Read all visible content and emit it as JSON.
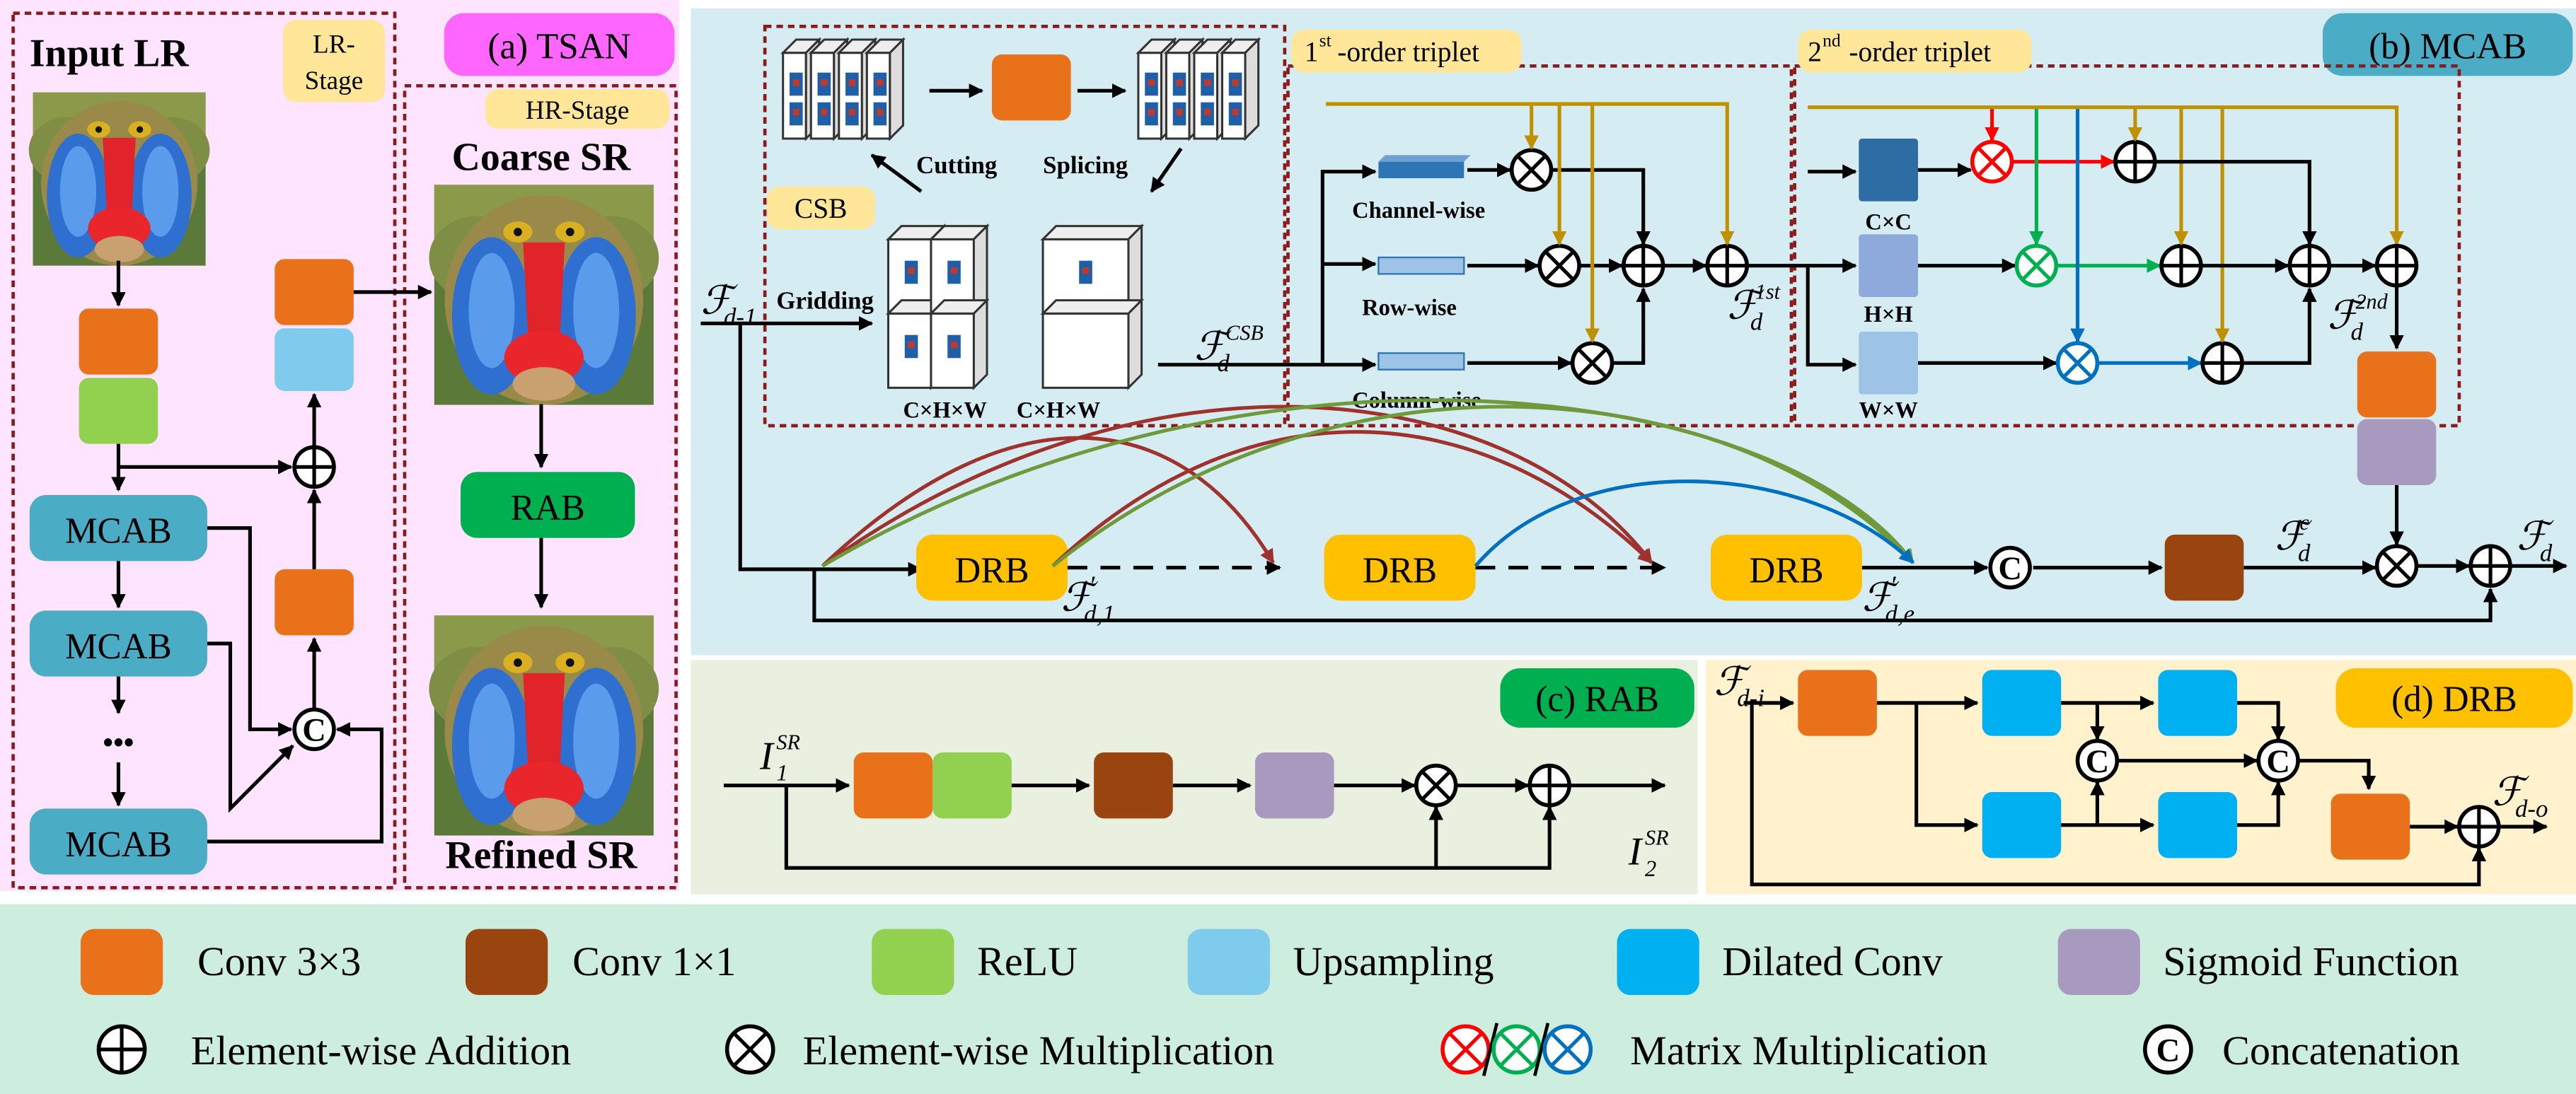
{
  "colors": {
    "conv3": "#E8711A",
    "conv1": "#9A4510",
    "relu": "#92D050",
    "upsampling": "#7FCBEE",
    "dilated": "#00B0F0",
    "sigmoid": "#A899BE",
    "mcab": "#4BACC6",
    "rab": "#00B050",
    "drb": "#FFC000",
    "panel_a": "#FFE4FF",
    "panel_b": "#D6ECF3",
    "panel_c": "#EAF0DF",
    "panel_d": "#FFF2CC",
    "legend": "#CDEEDF",
    "dash": "#8B1A1A",
    "tag_a": "#FF66FF",
    "tag_b": "#4BACC6",
    "tag_c": "#00B050",
    "tag_d": "#FFC000",
    "stage_tag": "#FFE699",
    "matrix_red": "#FF0000",
    "matrix_green": "#00B050",
    "matrix_blue": "#0070C0",
    "gold_arrow": "#BF9000"
  },
  "panel_a": {
    "tag": "(a) TSAN",
    "input_lr": "Input LR",
    "lr_stage": [
      "LR-",
      "Stage"
    ],
    "hr_stage": "HR-Stage",
    "coarse_sr": "Coarse SR",
    "refined_sr": "Refined SR",
    "rab": "RAB",
    "mcab": "MCAB",
    "dots": "•••"
  },
  "panel_b": {
    "tag": "(b) MCAB",
    "csb": "CSB",
    "cutting": "Cutting",
    "splicing": "Splicing",
    "gridding": "Gridding",
    "chw": "C×H×W",
    "first_order": "-order triplet",
    "first_order_sup": "st",
    "first_order_num": "1",
    "second_order": "-order triplet",
    "second_order_sup": "nd",
    "second_order_num": "2",
    "channel_wise": "Channel-wise",
    "row_wise": "Row-wise",
    "column_wise": "Column-wise",
    "cxc": "C×C",
    "hxh": "H×H",
    "wxw": "W×W",
    "drb": "DRB",
    "f_sym": "ℱ",
    "d_sub": "d",
    "d_minus_1": "d-1",
    "csb_sup": "CSB",
    "first_sup": "1st",
    "second_sup": "2nd",
    "c_sup": "c",
    "d1_sub": "d,1",
    "de_sub": "d,e",
    "prime": "′"
  },
  "panel_c": {
    "tag": "(c) RAB",
    "i_sym": "I",
    "i1_sub": "1",
    "i2_sub": "2",
    "sr_sup": "SR"
  },
  "panel_d": {
    "tag": "(d) DRB",
    "in_sub": "d-i",
    "out_sub": "d-o"
  },
  "legend": {
    "conv3": "Conv 3×3",
    "conv1": "Conv 1×1",
    "relu": "ReLU",
    "upsampling": "Upsampling",
    "dilated": "Dilated Conv",
    "sigmoid": "Sigmoid Function",
    "add": "Element-wise Addition",
    "mult": "Element-wise Multiplication",
    "matrix": "Matrix Multiplication",
    "concat": "Concatenation",
    "c_letter": "C"
  }
}
